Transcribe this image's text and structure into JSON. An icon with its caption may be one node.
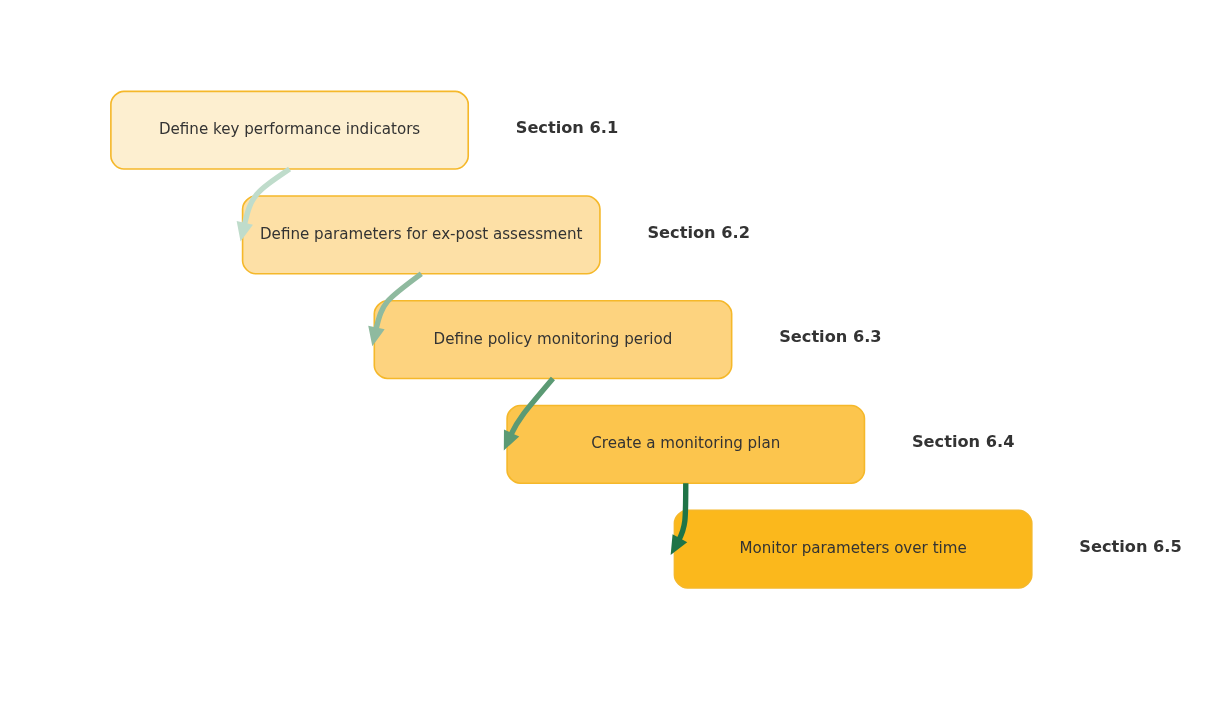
{
  "diagram": {
    "nodes": [
      {
        "text": [
          "Define key performance indicators"
        ],
        "beside": [
          "Section 6.1"
        ]
      },
      {
        "text": [
          "Define parameters for ex-post assessment"
        ],
        "beside": [
          "Section 6.2"
        ]
      },
      {
        "text": [
          "Define policy monitoring period"
        ],
        "beside": [
          "Section 6.3"
        ]
      },
      {
        "text": [
          "Create a monitoring plan"
        ],
        "beside": [
          "Section 6.4"
        ]
      },
      {
        "text": [
          "Monitor parameters over time"
        ],
        "beside": [
          "Section 6.5"
        ]
      }
    ],
    "edges": [
      {
        "from": 0,
        "to": 1,
        "arrow": "to",
        "color": "#bfdccb"
      },
      {
        "from": 1,
        "to": 2,
        "arrow": "to",
        "color": "#8fba9f"
      },
      {
        "from": 2,
        "to": 3,
        "arrow": "to",
        "color": "#5b9a74"
      },
      {
        "from": 3,
        "to": 4,
        "arrow": "to",
        "color": "#1f7447"
      }
    ]
  }
}
